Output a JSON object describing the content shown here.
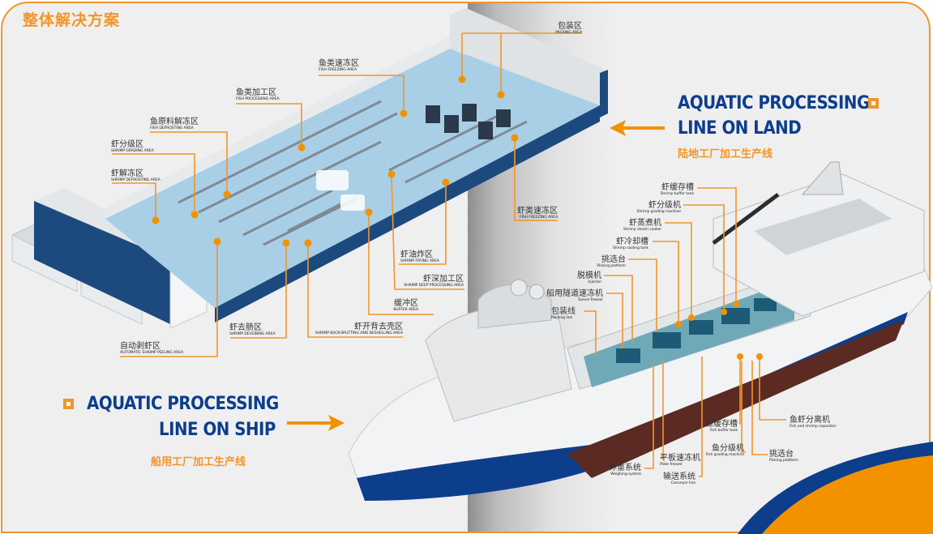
{
  "page_title": "整体解决方案",
  "land_section": {
    "title_line1": "AQUATIC PROCESSING",
    "title_line2": "LINE ON LAND",
    "subtitle": "陆地工厂加工生产线",
    "arrow": "arrow-left",
    "areas": [
      {
        "cn": "包装区",
        "en": "PACKING AREA"
      },
      {
        "cn": "鱼类速冻区",
        "en": "FISH FREEZING AREA"
      },
      {
        "cn": "鱼类加工区",
        "en": "FISH PROCESSING AREA"
      },
      {
        "cn": "鱼原料解冻区",
        "en": "FISH DEFROSTING AREA"
      },
      {
        "cn": "虾分级区",
        "en": "SHRIMP GRADING AREA"
      },
      {
        "cn": "虾解冻区",
        "en": "SHRIMP DEFROSTING AREA"
      },
      {
        "cn": "虾类速冻区",
        "en": "FISH FREEZING AREA"
      },
      {
        "cn": "虾油炸区",
        "en": "SHRIMP FRYING AREA"
      },
      {
        "cn": "虾深加工区",
        "en": "SHRIMP DEEP PROCESSING AREA"
      },
      {
        "cn": "缓冲区",
        "en": "BUFFER AREA"
      },
      {
        "cn": "虾开背去壳区",
        "en": "SHRIMP BACK-SPLITTING AND DESHELLING AREA"
      },
      {
        "cn": "虾去肠区",
        "en": "SHRIMP DEVEINING AREA"
      },
      {
        "cn": "自动剥虾区",
        "en": "AUTOMATIC SHRIMP PEELING AREA"
      }
    ]
  },
  "ship_section": {
    "title_line1": "AQUATIC PROCESSING",
    "title_line2": "LINE ON SHIP",
    "subtitle": "船用工厂加工生产线",
    "arrow": "arrow-right",
    "equipment": [
      {
        "cn": "虾缓存槽",
        "en": "Shrimp buffer tank"
      },
      {
        "cn": "虾分级机",
        "en": "Shrimp grading machine"
      },
      {
        "cn": "虾蒸煮机",
        "en": "Shrimp steam cooker"
      },
      {
        "cn": "虾冷却槽",
        "en": "Shrimp cooling tank"
      },
      {
        "cn": "挑选台",
        "en": "Picking platform"
      },
      {
        "cn": "脱模机",
        "en": "Injector"
      },
      {
        "cn": "船用隧道速冻机",
        "en": "Tunnel freezer"
      },
      {
        "cn": "包装线",
        "en": "Packing line"
      },
      {
        "cn": "鱼虾分离机",
        "en": "Fish and shrimp separator"
      },
      {
        "cn": "鱼缓存槽",
        "en": "Fish buffer tank"
      },
      {
        "cn": "鱼分级机",
        "en": "Fish grading machine"
      },
      {
        "cn": "挑选台",
        "en": "Picking platform"
      },
      {
        "cn": "平板速冻机",
        "en": "Plate freezer"
      },
      {
        "cn": "称重系统",
        "en": "Weighing system"
      },
      {
        "cn": "输送系统",
        "en": "Conveyor line"
      }
    ]
  },
  "colors": {
    "accent": "#f0962a",
    "brand_blue": "#0d3e8c",
    "background": "#efefef"
  }
}
